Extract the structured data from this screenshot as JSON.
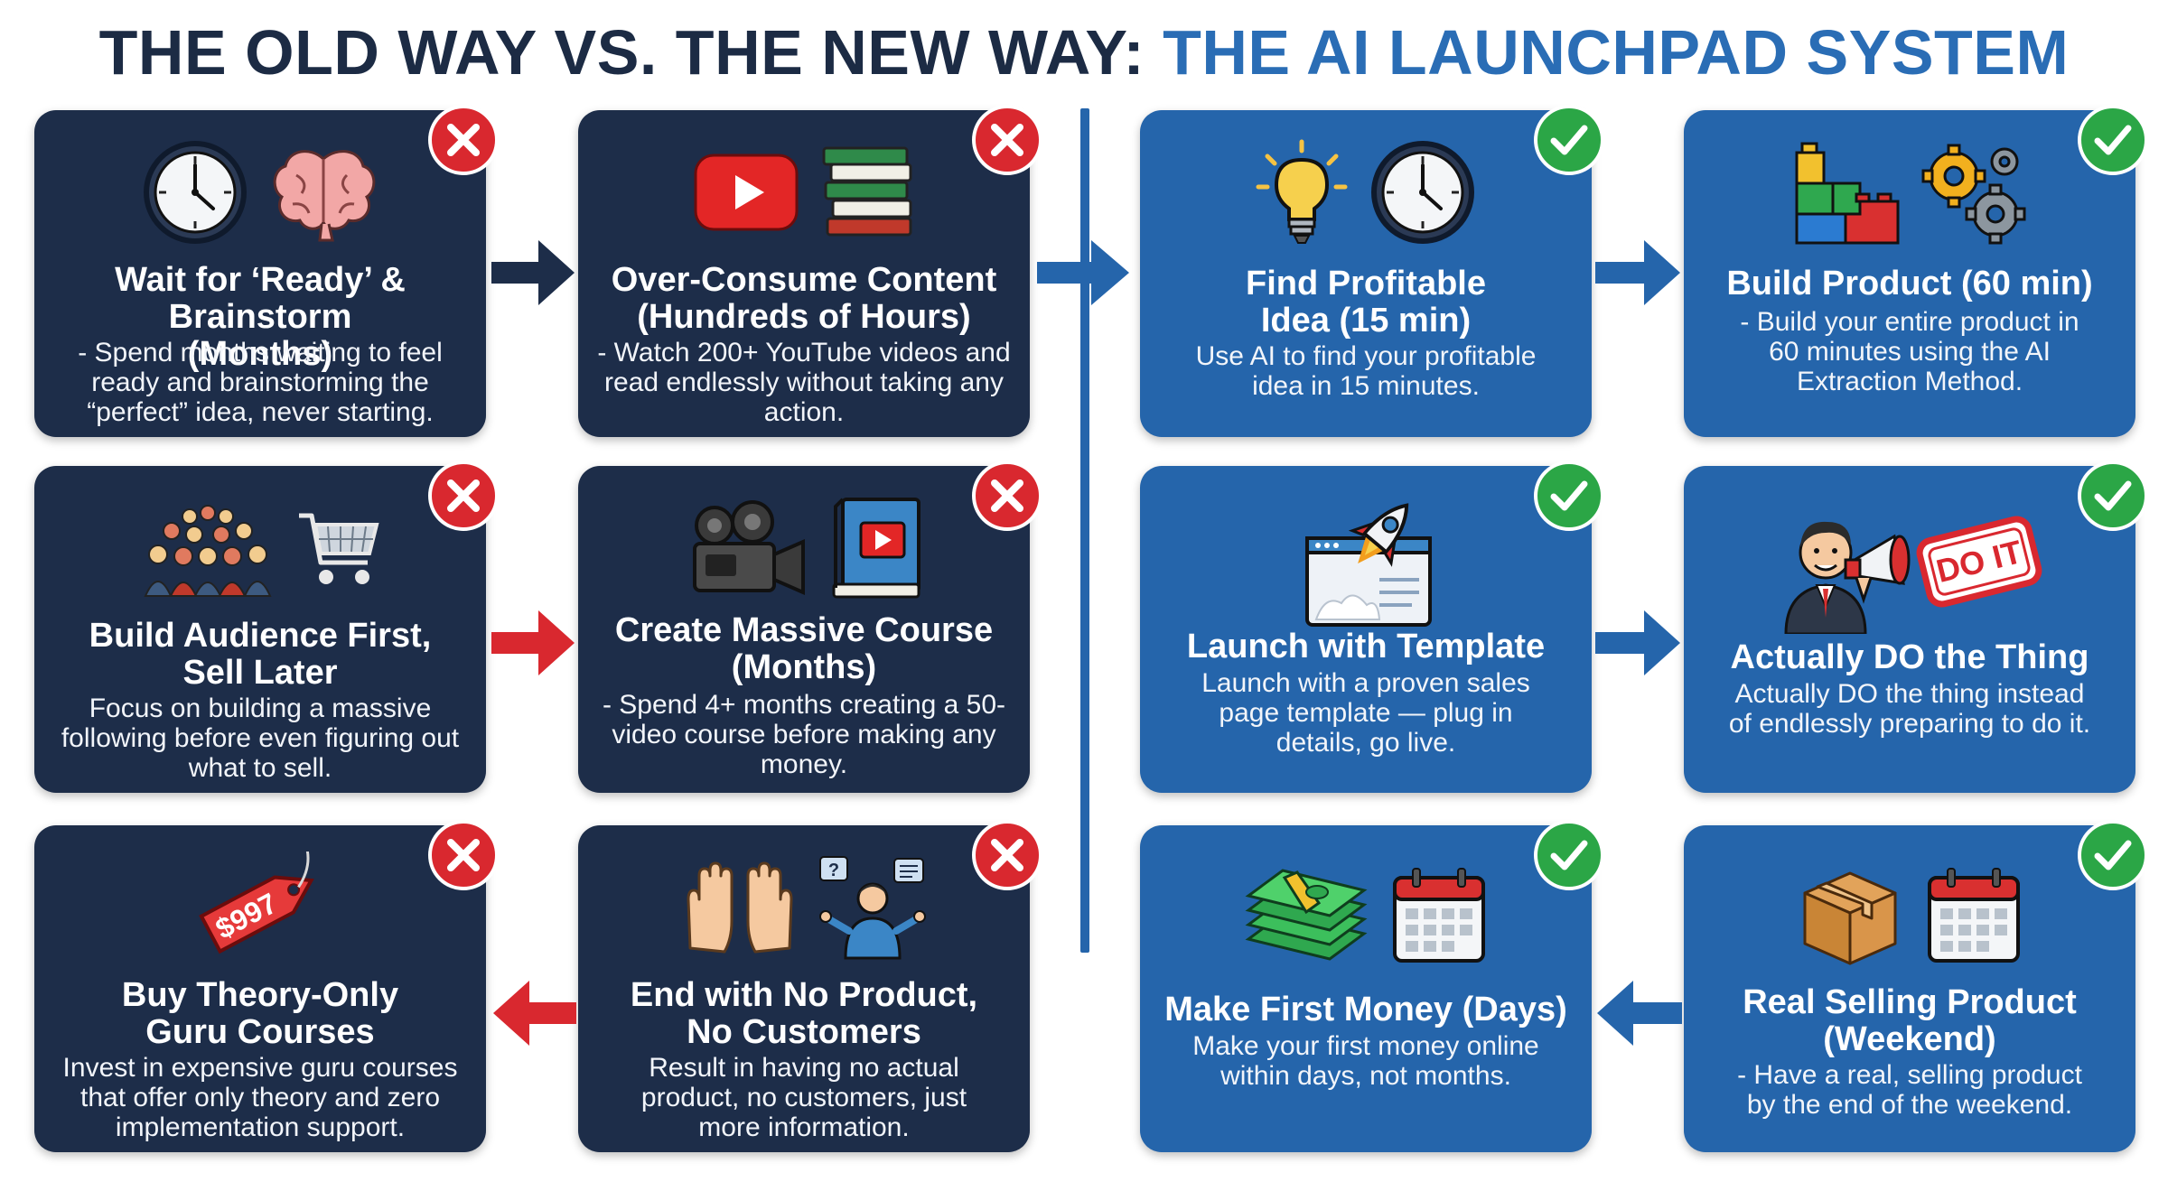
{
  "title": {
    "part1": "THE OLD WAY VS. THE NEW WAY: ",
    "part2": "THE AI LAUNCHPAD SYSTEM"
  },
  "colors": {
    "old_card": "#1d2d49",
    "new_card": "#2565ab",
    "x_badge": "#d9282f",
    "check_badge": "#2ba646",
    "old_arrow_dark": "#1d2d49",
    "old_arrow_red": "#d9282f",
    "new_arrow": "#2565ab"
  },
  "old_way": [
    {
      "heading": "Wait for ‘Ready’ & Brainstorm (Months)",
      "desc": "- Spend months waiting to feel ready and brainstorming the “perfect” idea, never starting.",
      "icons": [
        "clock-icon",
        "brain-icon"
      ]
    },
    {
      "heading": "Over-Consume Content (Hundreds of Hours)",
      "desc": "- Watch 200+ YouTube videos and read endlessly without taking any action.",
      "icons": [
        "youtube-play-icon",
        "book-stack-icon"
      ]
    },
    {
      "heading": "Build Audience First, Sell Later",
      "desc": "Focus on building a massive following before even figuring out what to sell.",
      "icons": [
        "crowd-icon",
        "shopping-cart-icon"
      ]
    },
    {
      "heading": "Create Massive Course (Months)",
      "desc": "- Spend 4+ months creating a 50-video course before making any money.",
      "icons": [
        "video-camera-icon",
        "video-book-icon"
      ]
    },
    {
      "heading": "Buy Theory-Only Guru Courses",
      "desc": "Invest in expensive guru courses that offer only theory and zero implementation support.",
      "icons": [
        "price-tag-icon"
      ],
      "price_tag": "$997"
    },
    {
      "heading": "End with No Product, No Customers",
      "desc": "Result in having no actual product, no customers, just more information.",
      "icons": [
        "empty-hands-icon",
        "confused-person-icon"
      ],
      "bubble": "?"
    }
  ],
  "new_way": [
    {
      "heading": "Find Profitable Idea (15 min)",
      "desc": "Use AI to find your profitable idea in 15 minutes.",
      "icons": [
        "lightbulb-icon",
        "clock-icon"
      ]
    },
    {
      "heading": "Build Product (60 min)",
      "desc": "- Build your entire product in 60 minutes using the AI Extraction Method.",
      "icons": [
        "building-blocks-icon",
        "gears-icon"
      ]
    },
    {
      "heading": "Launch with Template",
      "desc": "Launch with a proven sales page template — plug in details, go live.",
      "icons": [
        "rocket-webpage-icon"
      ]
    },
    {
      "heading": "Actually DO the Thing",
      "desc": "Actually DO the thing instead of endlessly preparing to do it.",
      "icons": [
        "megaphone-man-icon",
        "do-it-stamp-icon"
      ],
      "stamp": "DO IT"
    },
    {
      "heading": "Make First Money (Days)",
      "desc": "Make your first money online within days, not months.",
      "icons": [
        "money-stack-icon",
        "calendar-icon"
      ]
    },
    {
      "heading": "Real Selling Product (Weekend)",
      "desc": "- Have a real, selling product by the end of the weekend.",
      "icons": [
        "package-box-icon",
        "calendar-icon"
      ]
    }
  ]
}
